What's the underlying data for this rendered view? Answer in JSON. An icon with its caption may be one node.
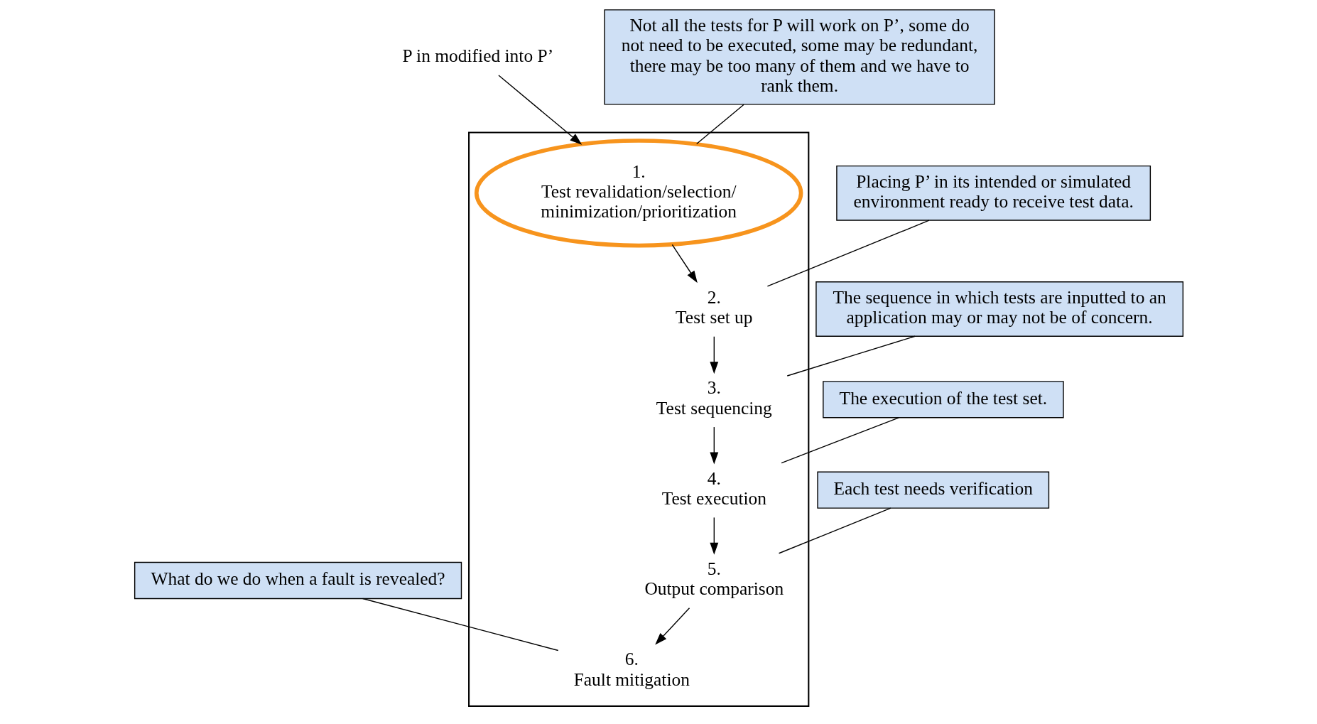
{
  "diagram": {
    "nodes": [
      {
        "text": [],
        "shape": "box"
      },
      {
        "text": [
          "P in modified into P’"
        ]
      },
      {
        "text": [
          "1.",
          "Test revalidation/selection/ minimization/prioritization"
        ],
        "in": 0
      },
      {
        "text": [
          "2.",
          "Test set up"
        ],
        "in": 0
      },
      {
        "text": [
          "3.",
          "Test sequencing"
        ],
        "in": 0
      },
      {
        "text": [
          "4.",
          "Test execution"
        ],
        "in": 0
      },
      {
        "text": [
          "5.",
          "Output comparison"
        ],
        "in": 0
      },
      {
        "text": [
          "6.",
          "Fault mitigation"
        ],
        "in": 0
      },
      {
        "text": [
          "Not all the tests for P will work on P’, some do not need to be executed, some may be redundant, there may be too many of them and we have to rank them."
        ]
      },
      {
        "text": [
          "Placing P’ in its intended or simulated environment ready to receive test data."
        ]
      },
      {
        "text": [
          "The sequence in which tests are inputted to an application may or may not be of concern."
        ]
      },
      {
        "text": [
          "The execution of the test set."
        ]
      },
      {
        "text": [
          "Each test needs verification"
        ]
      },
      {
        "text": [
          "What do we do when a fault is revealed?"
        ]
      }
    ],
    "edges": [
      {
        "from": 1,
        "to": 2,
        "arrow": "to"
      },
      {
        "from": 2,
        "to": 3,
        "arrow": "to"
      },
      {
        "from": 3,
        "to": 4,
        "arrow": "to"
      },
      {
        "from": 4,
        "to": 5,
        "arrow": "to"
      },
      {
        "from": 5,
        "to": 6,
        "arrow": "to"
      },
      {
        "from": 6,
        "to": 7,
        "arrow": "to"
      },
      {
        "from": 8,
        "to": 2,
        "arrow": "none"
      },
      {
        "from": 9,
        "to": 3,
        "arrow": "none"
      },
      {
        "from": 10,
        "to": 4,
        "arrow": "none"
      },
      {
        "from": 11,
        "to": 5,
        "arrow": "none"
      },
      {
        "from": 12,
        "to": 6,
        "arrow": "none"
      },
      {
        "from": 13,
        "to": 7,
        "arrow": "none"
      }
    ]
  }
}
